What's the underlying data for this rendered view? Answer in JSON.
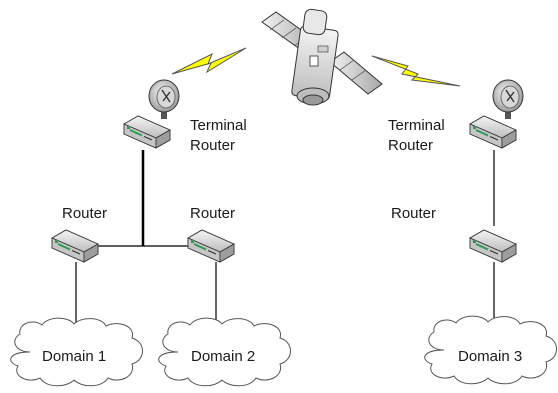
{
  "labels": {
    "terminal_router_left": "Terminal Router",
    "terminal_router_right": "Terminal Router",
    "router_left": "Router",
    "router_mid": "Router",
    "router_right": "Router",
    "domain_1": "Domain 1",
    "domain_2": "Domain 2",
    "domain_3": "Domain 3"
  },
  "colors": {
    "lightning": "#ffff00",
    "lightning_stroke": "#555555",
    "device_body": "#d4d4d4",
    "device_accent": "#2e9a55",
    "line": "#000000"
  }
}
